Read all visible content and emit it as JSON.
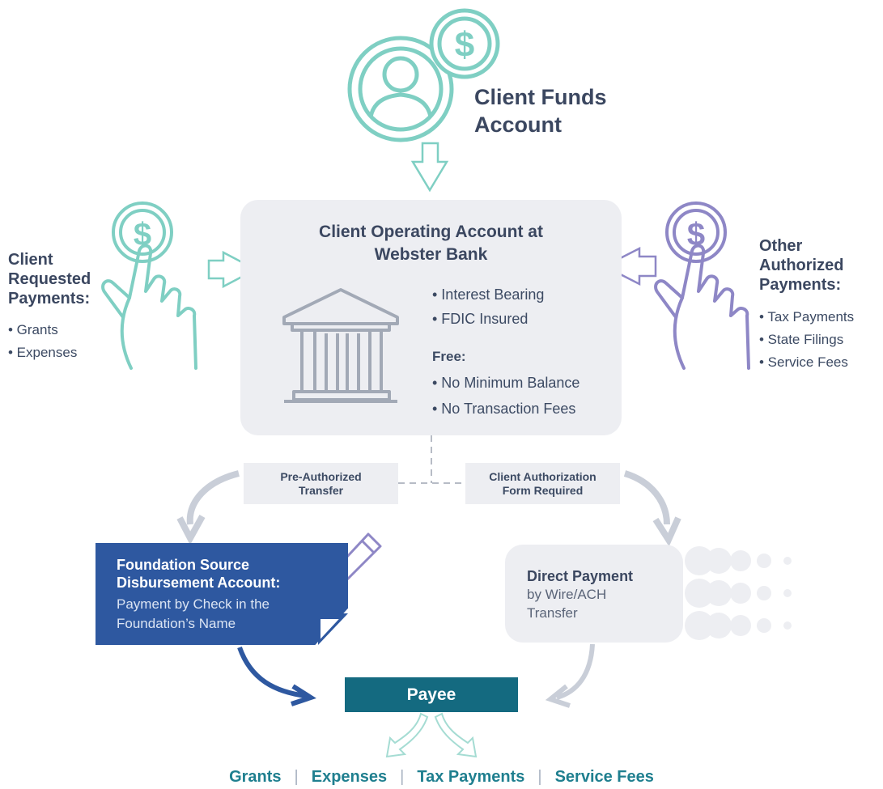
{
  "client_funds": {
    "line1": "Client Funds",
    "line2": "Account"
  },
  "operating_account": {
    "title_line1": "Client Operating Account at",
    "title_line2": "Webster Bank",
    "features": [
      "• Interest Bearing",
      "• FDIC Insured"
    ],
    "free_label": "Free:",
    "free_items": [
      "• No Minimum Balance",
      "• No Transaction Fees"
    ]
  },
  "client_requested": {
    "heading_line1": "Client",
    "heading_line2": "Requested",
    "heading_line3": "Payments:",
    "items": [
      "• Grants",
      "• Expenses"
    ]
  },
  "other_authorized": {
    "heading_line1": "Other",
    "heading_line2": "Authorized",
    "heading_line3": "Payments:",
    "items": [
      "• Tax Payments",
      "• State Filings",
      "• Service Fees"
    ]
  },
  "transfers": {
    "pre_authorized_line1": "Pre-Authorized",
    "pre_authorized_line2": "Transfer",
    "client_auth_line1": "Client Authorization",
    "client_auth_line2": "Form Required"
  },
  "disbursement": {
    "title_line1": "Foundation Source",
    "title_line2": "Disbursement Account:",
    "sub_line1": "Payment by Check in the",
    "sub_line2": "Foundation’s Name"
  },
  "direct_payment": {
    "title": "Direct Payment",
    "sub_line1": "by Wire/ACH",
    "sub_line2": "Transfer"
  },
  "payee": "Payee",
  "footer": {
    "items": [
      "Grants",
      "Expenses",
      "Tax Payments",
      "Service Fees"
    ],
    "separator": "|"
  },
  "colors": {
    "teal": "#7fcfc3",
    "purple": "#8e87c6",
    "navy": "#2e58a0",
    "payee": "#146a80",
    "gray_box": "#edeef2",
    "text": "#3b4760",
    "footer_text": "#1f7f8f"
  },
  "icons": [
    "person-dollar-icon",
    "bank-building-icon",
    "hand-dollar-icon",
    "pencil-icon",
    "arrow-icon"
  ]
}
